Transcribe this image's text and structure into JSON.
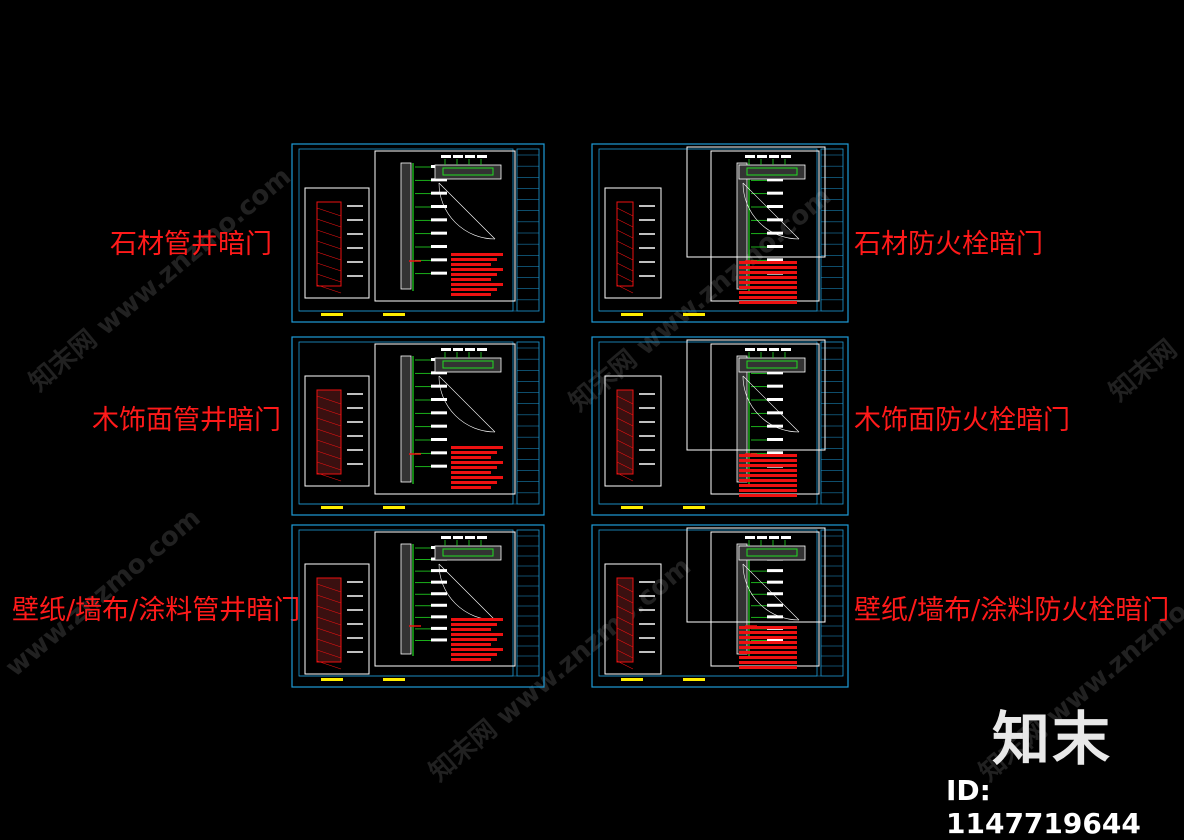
{
  "labels": {
    "stone_shaft": "石材管井暗门",
    "stone_hydrant": "石材防火栓暗门",
    "wood_shaft": "木饰面管井暗门",
    "wood_hydrant": "木饰面防火栓暗门",
    "wallpaper_shaft": "壁纸/墙布/涂料管井暗门",
    "wallpaper_hydrant": "壁纸/墙布/涂料防火栓暗门"
  },
  "watermark": {
    "site": "www.znzmo.com",
    "brand": "知末网"
  },
  "logo": {
    "text": "知末",
    "id": "ID: 1147719644"
  },
  "colors": {
    "background": "#000000",
    "label": "#ff1a1a",
    "frame": "#1e9bd7",
    "line": "#ffffff",
    "green": "#22dd22",
    "note_red": "#ee1111",
    "accent_yellow": "#ffee00"
  }
}
